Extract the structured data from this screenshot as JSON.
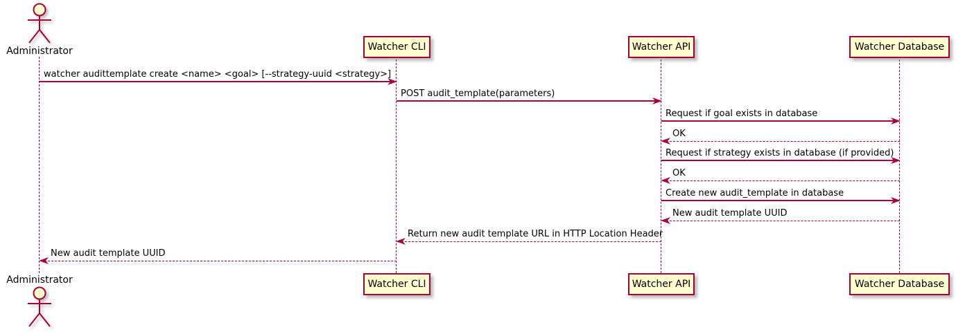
{
  "diagram": {
    "type": "sequence-diagram",
    "accent_color": "#A80036",
    "participant_fill": "#FEFECE",
    "actor": {
      "name": "Administrator"
    },
    "participants": [
      {
        "label": "Watcher CLI"
      },
      {
        "label": "Watcher API"
      },
      {
        "label": "Watcher Database"
      }
    ],
    "messages": [
      {
        "from": "Administrator",
        "to": "Watcher CLI",
        "style": "solid",
        "label": "watcher audittemplate create <name> <goal> [--strategy-uuid <strategy>]"
      },
      {
        "from": "Watcher CLI",
        "to": "Watcher API",
        "style": "solid",
        "label": "POST audit_template(parameters)"
      },
      {
        "from": "Watcher API",
        "to": "Watcher Database",
        "style": "solid",
        "label": "Request if goal exists in database"
      },
      {
        "from": "Watcher Database",
        "to": "Watcher API",
        "style": "dashed",
        "label": "OK"
      },
      {
        "from": "Watcher API",
        "to": "Watcher Database",
        "style": "solid",
        "label": "Request if strategy exists in database (if provided)"
      },
      {
        "from": "Watcher Database",
        "to": "Watcher API",
        "style": "dashed",
        "label": "OK"
      },
      {
        "from": "Watcher API",
        "to": "Watcher Database",
        "style": "solid",
        "label": "Create new audit_template in database"
      },
      {
        "from": "Watcher Database",
        "to": "Watcher API",
        "style": "dashed",
        "label": "New audit template UUID"
      },
      {
        "from": "Watcher API",
        "to": "Watcher CLI",
        "style": "dashed",
        "label": "Return new audit template URL in HTTP Location Header"
      },
      {
        "from": "Watcher CLI",
        "to": "Administrator",
        "style": "dashed",
        "label": "New audit template UUID"
      }
    ]
  }
}
